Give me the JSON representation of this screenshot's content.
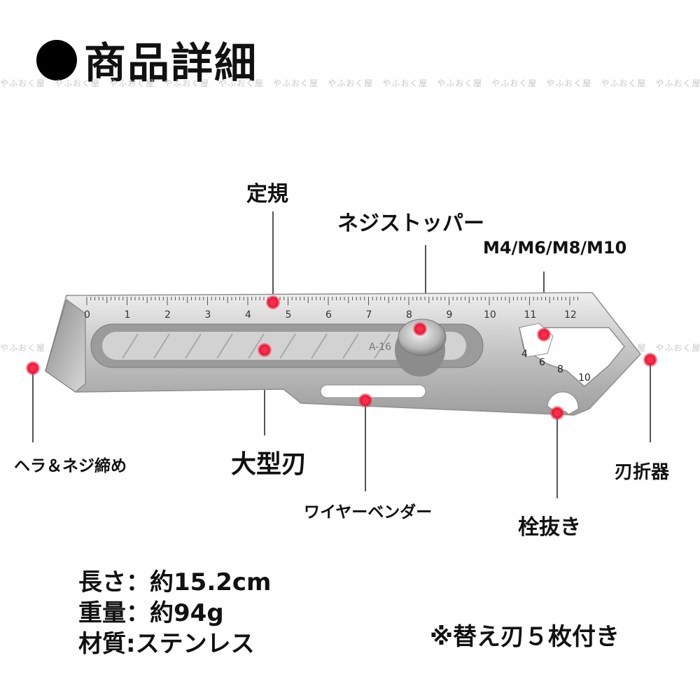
{
  "title": "商品詳細",
  "watermark": "やふおく屋",
  "callouts": {
    "ruler": "定規",
    "screw_stopper": "ネジストッパー",
    "wrench_sizes": "M4/M6/M8/M10",
    "spatula_screw": "ヘラ＆ネジ締め",
    "large_blade": "大型刃",
    "blade_breaker": "刃折器",
    "wire_bender": "ワイヤーベンダー",
    "cotter_puller": "栓抜き"
  },
  "product": {
    "ruler_numbers": [
      "0",
      "1",
      "2",
      "3",
      "4",
      "5",
      "6",
      "7",
      "8",
      "9",
      "10",
      "11",
      "12"
    ],
    "model_mark": "A-16",
    "wrench_numbers": [
      "4",
      "6",
      "8",
      "10"
    ]
  },
  "specs": [
    {
      "label": "長さ",
      "sep": "：",
      "value": "約15.2cm"
    },
    {
      "label": "重量",
      "sep": "：",
      "value": "約94g"
    },
    {
      "label": "材質",
      "sep": ":",
      "value": "ステンレス"
    }
  ],
  "note": "※替え刃５枚付き",
  "colors": {
    "marker": "#e0122f",
    "steel": "#c9c9c9",
    "text": "#111111"
  }
}
